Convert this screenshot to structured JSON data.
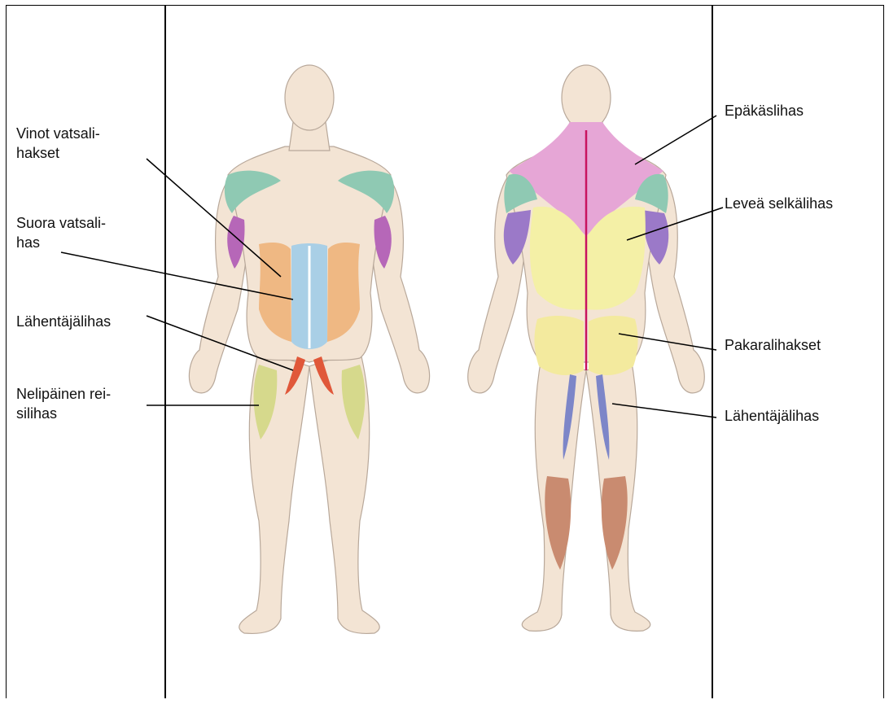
{
  "labels_left": [
    {
      "id": "vinot",
      "text": "Vinot vatsali-\nhakset"
    },
    {
      "id": "suora",
      "text": "Suora vatsali-\nhas"
    },
    {
      "id": "lahentaja_front",
      "text": "Lähentäjälihas"
    },
    {
      "id": "nelipainen",
      "text": "Nelipäinen rei-\nsilihas"
    }
  ],
  "labels_right": [
    {
      "id": "epakas",
      "text": "Epäkäslihas"
    },
    {
      "id": "levea",
      "text": "Leveä selkälihas"
    },
    {
      "id": "pakara",
      "text": "Pakaralihakset"
    },
    {
      "id": "lahentaja_back",
      "text": "Lähentäjälihas"
    }
  ],
  "colors": {
    "skin": "#f3e4d4",
    "outline": "#b8a89a",
    "shoulder": "#8fc9b3",
    "biceps": "#b667b8",
    "triceps": "#9b79c8",
    "oblique": "#efb883",
    "rectus": "#a9cfe6",
    "adductor_front": "#e0583a",
    "quadriceps": "#d6d98c",
    "trapezius": "#e6a6d6",
    "latissimus": "#f4f0a6",
    "gluteus": "#f3ea9e",
    "adductor_back": "#7d86c8",
    "calf": "#c98b70",
    "spine": "#c8135f"
  }
}
